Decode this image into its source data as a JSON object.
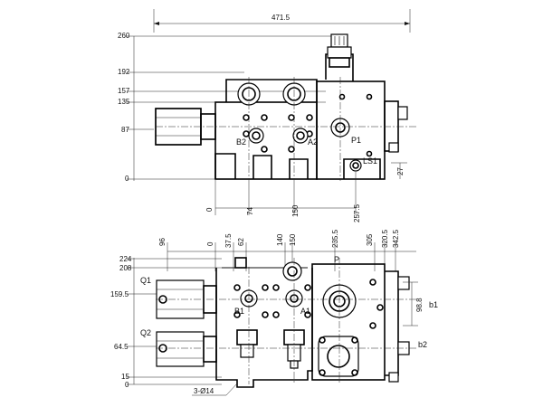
{
  "top_view": {
    "dims_left": [
      "260",
      "192",
      "157",
      "135",
      "87",
      "0"
    ],
    "dims_right": [
      "27"
    ],
    "dims_bottom": [
      "0",
      "74",
      "150",
      "257.5"
    ],
    "dim_top": "471.5",
    "port_labels": {
      "b2": "B2",
      "a2": "A2",
      "p1": "P1",
      "ls1": "LS1"
    }
  },
  "front_view": {
    "dims_left": [
      "224",
      "208",
      "159.5",
      "64.5",
      "15",
      "0"
    ],
    "dims_top": [
      "96",
      "0",
      "37.5",
      "62",
      "140",
      "150",
      "235.5",
      "305",
      "320.5",
      "342.5"
    ],
    "dim_right_vertical": "98.8",
    "port_labels": {
      "p": "P",
      "b1": "B1",
      "a1": "A1",
      "a1b": "A1",
      "q1": "Q1",
      "q2": "Q2",
      "b1_right": "b1",
      "b2_right": "b2"
    },
    "mounting_note": "3-Ø14"
  }
}
